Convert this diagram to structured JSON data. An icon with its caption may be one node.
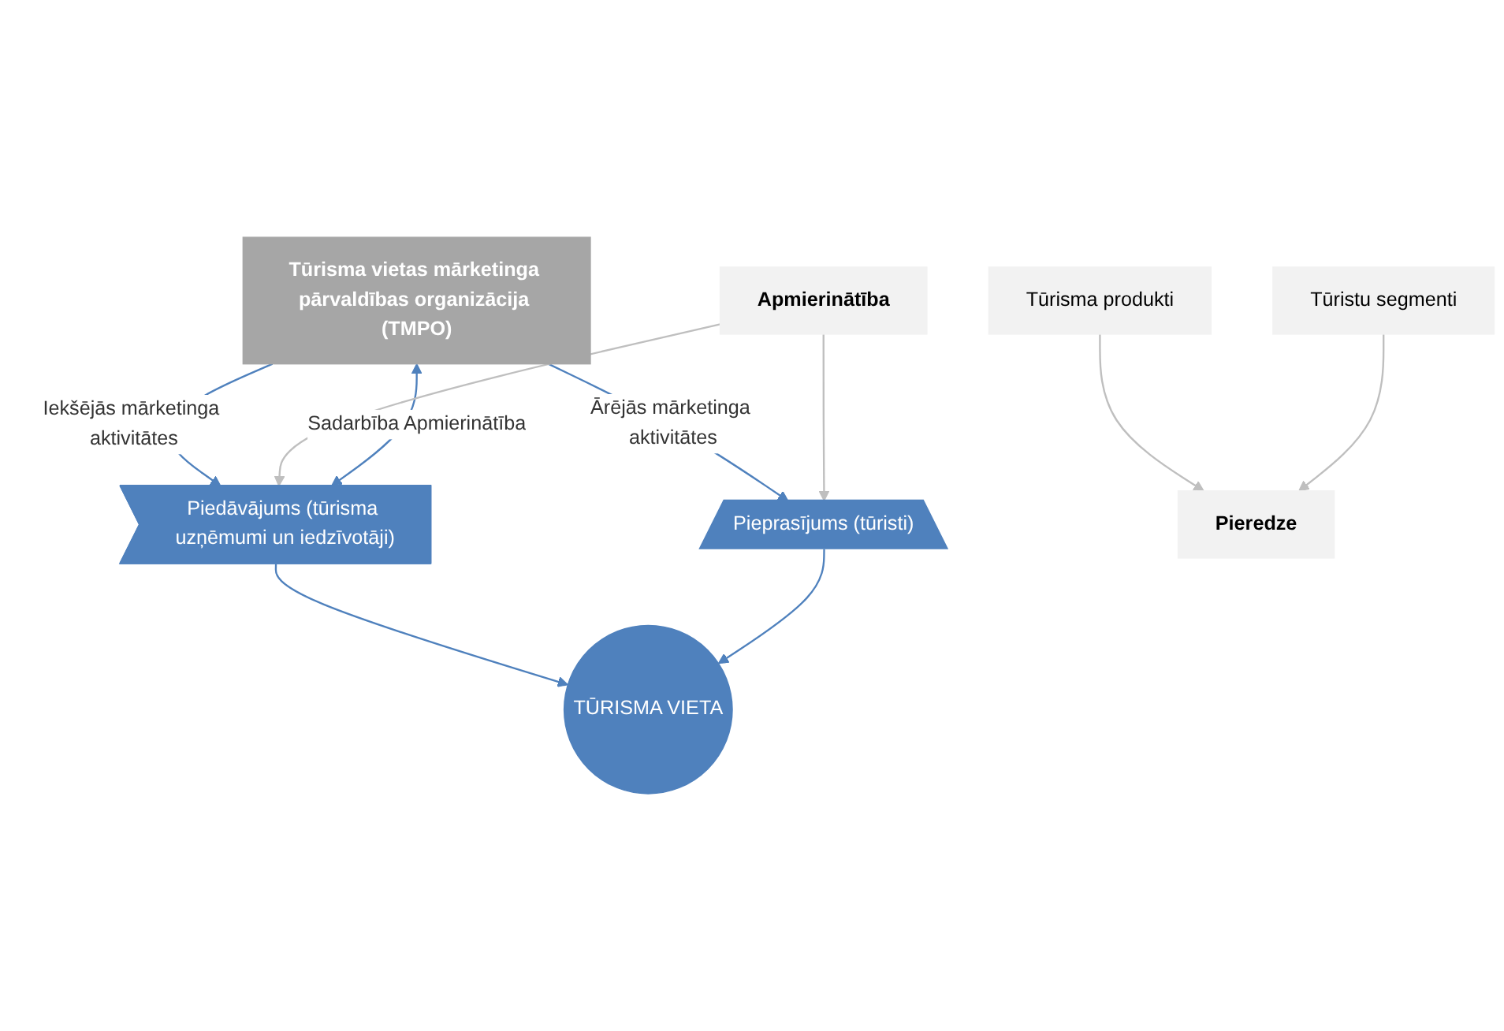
{
  "diagram": {
    "nodes": [
      {
        "text": [
          "Tūrisma vietas mārketinga pārvaldības organizācija (TMPO)"
        ]
      },
      {
        "text": [
          "Piedāvājums (tūrisma uzņēmumi un iedzīvotāji)"
        ]
      },
      {
        "text": [
          "Tūrisma  produkti"
        ]
      },
      {
        "text": [
          "TŪRISMA VIETA"
        ]
      },
      {
        "text": [
          "Pieprasījums (tūristi)"
        ]
      },
      {
        "text": [
          "Tūristu segmenti"
        ]
      },
      {
        "text": [
          "Apmierinātība"
        ]
      },
      {
        "text": [
          "Pieredze"
        ]
      }
    ],
    "edges": [
      {
        "from": 0,
        "to": 1,
        "arrow": "to",
        "label": "Iekšējās mārketinga aktivitātes"
      },
      {
        "from": 0,
        "to": 4,
        "arrow": "to",
        "label": "Ārējās mārketinga aktivitātes"
      },
      {
        "from": 1,
        "to": 0,
        "arrow": "both",
        "label": "Sadarbība Apmierinātība"
      },
      {
        "from": 1,
        "to": 3,
        "arrow": "to"
      },
      {
        "from": 4,
        "to": 3,
        "arrow": "to"
      },
      {
        "from": 6,
        "to": 1,
        "arrow": "to",
        "color": "#bfbfbf"
      },
      {
        "from": 6,
        "to": 4,
        "arrow": "to",
        "color": "#bfbfbf"
      },
      {
        "from": 2,
        "to": 7,
        "arrow": "to",
        "color": "#bfbfbf"
      },
      {
        "from": 5,
        "to": 7,
        "arrow": "to",
        "color": "#bfbfbf"
      }
    ]
  }
}
